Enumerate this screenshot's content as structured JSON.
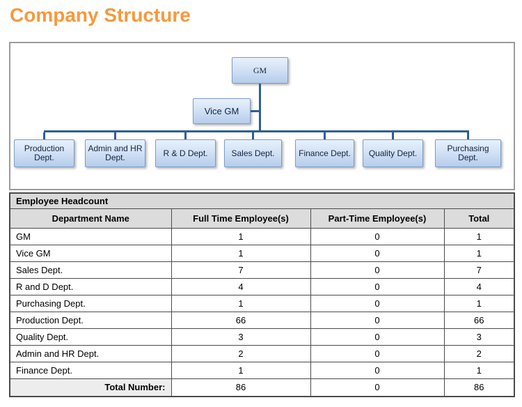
{
  "page": {
    "title": "Company Structure",
    "title_color": "#F6993C"
  },
  "org_chart": {
    "nodes": {
      "gm": "GM",
      "vice_gm": "Vice GM"
    },
    "departments": [
      "Production Dept.",
      "Admin and HR Dept.",
      "R & D Dept.",
      "Sales Dept.",
      "Finance Dept.",
      "Quality Dept.",
      "Purchasing Dept."
    ],
    "colors": {
      "box_fill_top": "#e8f1fc",
      "box_fill_bottom": "#b6cceb",
      "box_border": "#7d9cc4",
      "connector_line": "#2F5F92"
    }
  },
  "table": {
    "section_title": "Employee Headcount",
    "columns": {
      "department": "Department Name",
      "full_time": "Full Time Employee(s)",
      "part_time": "Part-Time Employee(s)",
      "total": "Total"
    },
    "rows": [
      {
        "department": "GM",
        "full_time": "1",
        "part_time": "0",
        "total": "1"
      },
      {
        "department": "Vice GM",
        "full_time": "1",
        "part_time": "0",
        "total": "1"
      },
      {
        "department": "Sales Dept.",
        "full_time": "7",
        "part_time": "0",
        "total": "7"
      },
      {
        "department": "R and D Dept.",
        "full_time": "4",
        "part_time": "0",
        "total": "4"
      },
      {
        "department": "Purchasing Dept.",
        "full_time": "1",
        "part_time": "0",
        "total": "1"
      },
      {
        "department": "Production Dept.",
        "full_time": "66",
        "part_time": "0",
        "total": "66"
      },
      {
        "department": "Quality Dept.",
        "full_time": "3",
        "part_time": "0",
        "total": "3"
      },
      {
        "department": "Admin and HR Dept.",
        "full_time": "2",
        "part_time": "0",
        "total": "2"
      },
      {
        "department": "Finance Dept.",
        "full_time": "1",
        "part_time": "0",
        "total": "1"
      }
    ],
    "total_row": {
      "label": "Total Number:",
      "full_time": "86",
      "part_time": "0",
      "total": "86"
    }
  }
}
